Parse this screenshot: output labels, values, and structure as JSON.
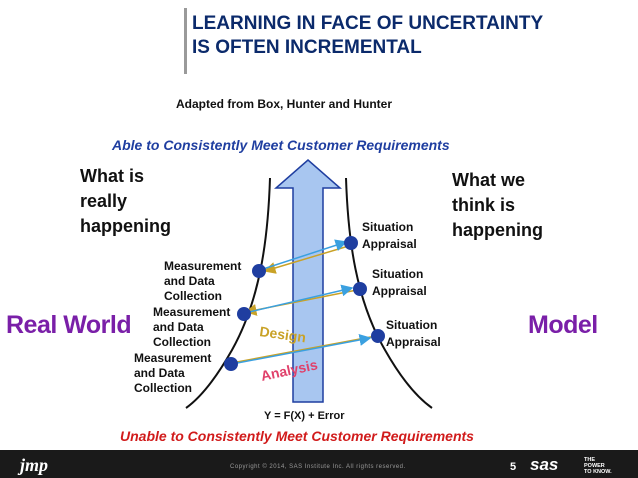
{
  "header": {
    "title_line1": "LEARNING IN FACE OF UNCERTAINTY",
    "title_line2": "IS OFTEN INCREMENTAL",
    "subtitle": "Adapted from Box, Hunter and Hunter"
  },
  "diagram": {
    "top_requirement": "Able to Consistently Meet Customer Requirements",
    "bottom_requirement": "Unable to Consistently Meet Customer Requirements",
    "left_note": [
      "What is",
      "really",
      "happening"
    ],
    "right_note": [
      "What we",
      "think is",
      "happening"
    ],
    "left_title": "Real World",
    "right_title": "Model",
    "measurements": [
      [
        "Measurement",
        "and Data",
        "Collection"
      ],
      [
        "Measurement",
        "and Data",
        "Collection"
      ],
      [
        "Measurement",
        "and Data",
        "Collection"
      ]
    ],
    "situations": [
      [
        "Situation",
        "Appraisal"
      ],
      [
        "Situation",
        "Appraisal"
      ],
      [
        "Situation",
        "Appraisal"
      ]
    ],
    "design_label": "Design",
    "analysis_label": "Analysis",
    "equation": "Y = F(X) + Error",
    "colors": {
      "arrow_fill": "#a8c6f0",
      "arrow_stroke": "#1f3ea0",
      "node_fill": "#1f3ea0",
      "design_arrow": "#c9a227",
      "analysis_arrow": "#3aa0e0",
      "design_text": "#c9a227",
      "analysis_text": "#e0406a"
    }
  },
  "footer": {
    "logo_left": "jmp",
    "copyright": "Copyright © 2014, SAS Institute Inc. All rights reserved.",
    "page_number": "5",
    "logo_right": "sas",
    "tagline": [
      "THE",
      "POWER",
      "TO KNOW."
    ]
  }
}
